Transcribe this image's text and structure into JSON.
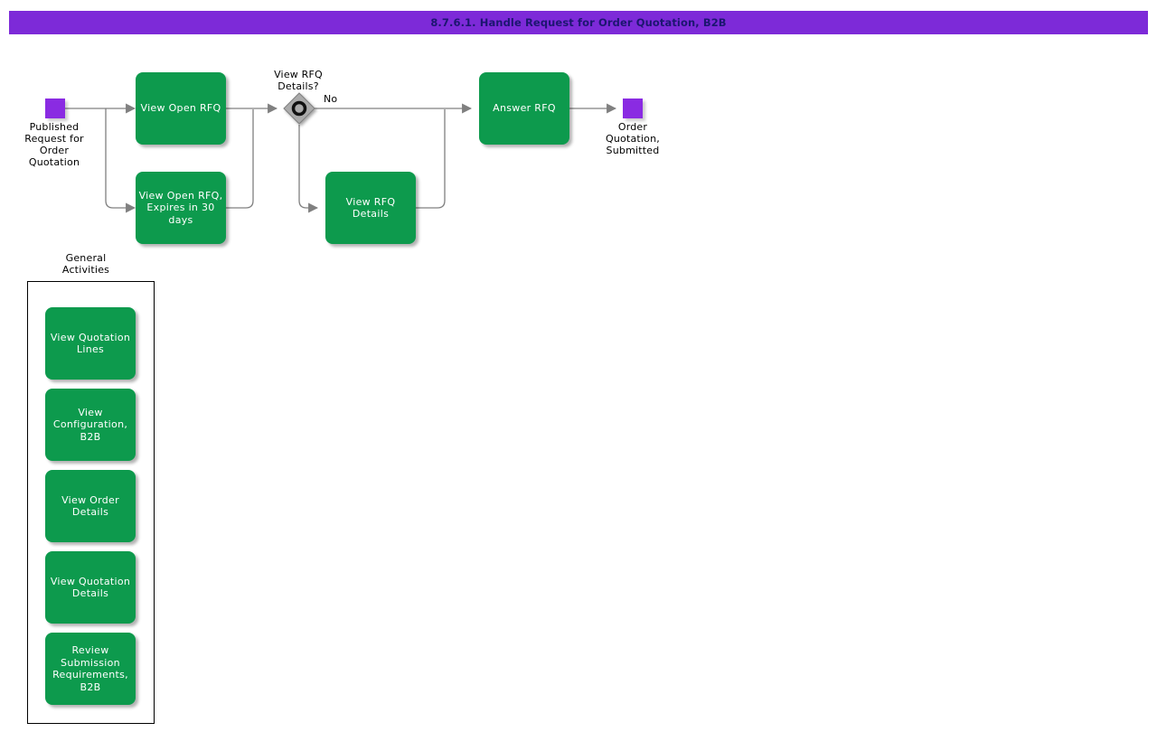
{
  "header": {
    "title": "8.7.6.1. Handle Request for Order Quotation, B2B"
  },
  "colors": {
    "title_bar_bg": "#7d2ad8",
    "title_text": "#1c1670",
    "activity_green": "#0d9a4d",
    "event_purple": "#8a2be2",
    "connector_gray": "#808080",
    "gateway_gray": "#ababab"
  },
  "flow": {
    "start_event": {
      "label": "Published\nRequest for\nOrder\nQuotation"
    },
    "activities": {
      "view_open_rfq": {
        "label": "View Open RFQ"
      },
      "view_open_rfq_expires": {
        "label": "View Open RFQ,\nExpires in 30\ndays"
      },
      "view_rfq_details": {
        "label": "View RFQ\nDetails"
      },
      "answer_rfq": {
        "label": "Answer RFQ"
      }
    },
    "decision": {
      "question": "View RFQ\nDetails?",
      "no_label": "No"
    },
    "end_event": {
      "label": "Order\nQuotation,\nSubmitted"
    }
  },
  "general": {
    "title": "General\nActivities",
    "items": [
      {
        "label": "View Quotation\nLines"
      },
      {
        "label": "View\nConfiguration,\nB2B"
      },
      {
        "label": "View Order\nDetails"
      },
      {
        "label": "View Quotation\nDetails"
      },
      {
        "label": "Review\nSubmission\nRequirements,\nB2B"
      }
    ]
  }
}
